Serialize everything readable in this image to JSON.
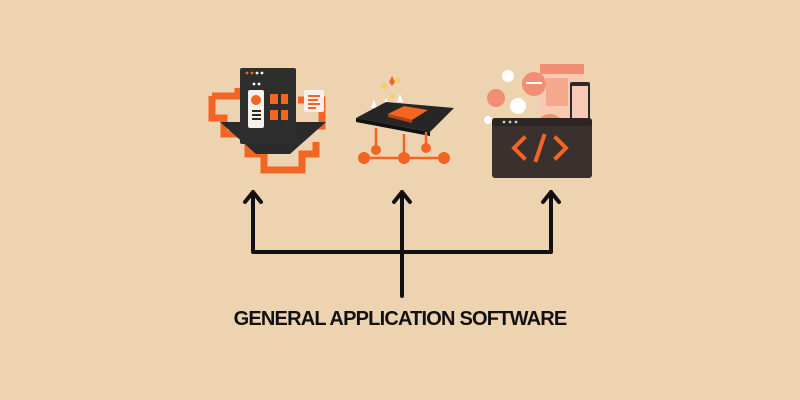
{
  "diagram": {
    "title": "GENERAL APPLICATION SOFTWARE",
    "background": "#EDD3B0",
    "accent": "#F26522",
    "dark": "#2B2B2B",
    "nodes": [
      {
        "id": "left",
        "icon": "software-window-workflow-icon"
      },
      {
        "id": "middle",
        "icon": "chip-circuit-icon"
      },
      {
        "id": "right",
        "icon": "code-window-icon",
        "code_glyph": "</>"
      }
    ],
    "connector": {
      "root": "title",
      "targets": [
        "left",
        "middle",
        "right"
      ],
      "style": "arrows-up"
    }
  }
}
